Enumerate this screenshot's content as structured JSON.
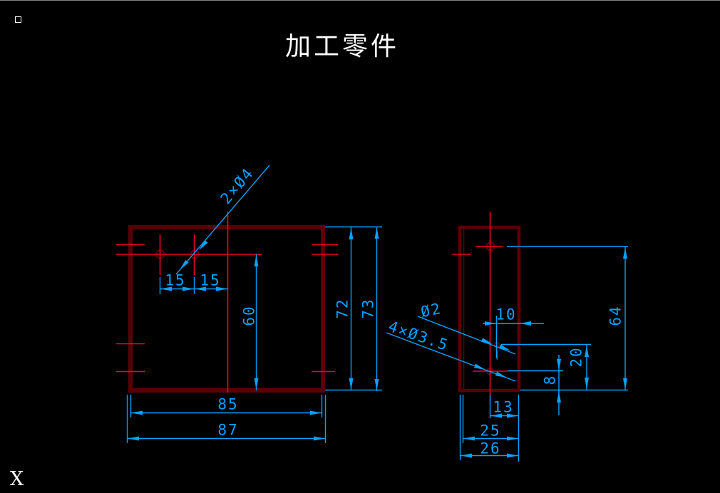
{
  "window": {
    "title_text": "加工零件",
    "axis_label": "X"
  },
  "colors": {
    "background": "#000000",
    "part_outline_dark_red": "#5a0005",
    "centerline_red": "#f00026",
    "dimension_cyan": "#00a2ff",
    "text_white": "#ffffff",
    "top_border_gray": "#7f7f7f"
  },
  "front_view": {
    "label_15_left": "15",
    "label_15_right": "15",
    "label_60": "60",
    "label_72": "72",
    "label_73": "73",
    "label_85": "85",
    "label_87": "87",
    "leader_callout": "2×Ø4"
  },
  "side_view": {
    "label_10": "10",
    "label_13": "13",
    "label_25": "25",
    "label_26": "26",
    "label_20": "20",
    "label_8": "8",
    "label_64": "64",
    "leader_phi2": "Ø2",
    "leader_4x35": "4×Ø3.5"
  }
}
